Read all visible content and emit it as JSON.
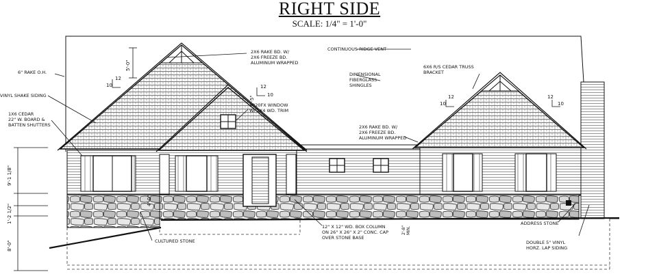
{
  "title": "RIGHT SIDE",
  "scale": "SCALE: 1/4\" = 1'-0\"",
  "notes": {
    "rake_oh": "6\" RAKE O.H.",
    "rake_bd_top": "2X6 RAKE BD. W/\n2X6 FREEZE BD.\nALUMINUM WRAPPED",
    "ridge_vent": "CONTINUOUS RIDGE VENT",
    "shingles": "DIMENSIONAL\nFIBERGLASS\nSHINGLES",
    "truss_bracket": "6X6 R/S CEDAR TRUSS\nBRACKET",
    "vinyl_shake": "VINYL SHAKE SIDING",
    "shutters": "1X6 CEDAR\n22\" W. BOARD &\nBATTEN SHUTTERS",
    "window": "2020FX WINDOW\nW/ 1X4 WD. TRIM",
    "rake_bd_mid": "2X6 RAKE BD. W/\n2X6 FREEZE BD.\nALUMINUM WRAPPED",
    "cultured_stone": "CULTURED STONE",
    "column": "12\" X 12\" WD. BOX COLUMN\nON 26\" X 26\" X 2\" CONC. CAP\nOVER STONE BASE",
    "address_stone": "ADDRESS STONE",
    "lap_siding": "DOUBLE 5\" VINYL\nHORZ. LAP SIDING"
  },
  "dimensions": {
    "gable_height": "5'-0\"",
    "small_gable_height": "3'-5\"",
    "wall_height": "9'-1 1/8\"",
    "stone_height": "1'-2 1/2\"",
    "foundation": "8'-0\"",
    "step_height": "4'-0\"",
    "min_height": "2'-8\"\nMIN.",
    "pitch_run": "12",
    "pitch_rise": "10"
  }
}
